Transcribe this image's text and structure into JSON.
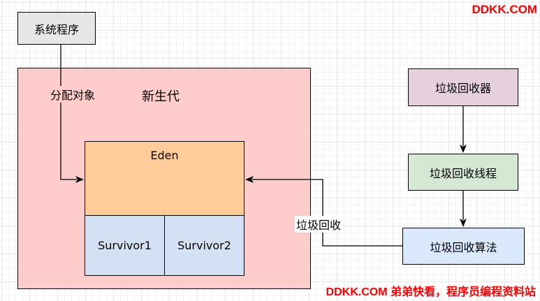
{
  "watermark": {
    "top": "DDKK.COM",
    "bottom": "DDKK.COM 弟弟快看，程序员编程资料站"
  },
  "nodes": {
    "system_program": "系统程序",
    "young_gen": "新生代",
    "eden": "Eden",
    "survivor1": "Survivor1",
    "survivor2": "Survivor2",
    "gc": "垃圾回收器",
    "gc_thread": "垃圾回收线程",
    "gc_algorithm": "垃圾回收算法"
  },
  "edges": {
    "allocate_label": "分配对象",
    "collect_label": "垃圾回收"
  },
  "colors": {
    "gray_box": "#e6e6e6",
    "young_gen_fill": "#ffcccc",
    "eden_fill": "#ffcc99",
    "survivor_fill": "#d4e1f5",
    "gc_fill": "#e6d0de",
    "gc_thread_fill": "#d5e8d4",
    "gc_algorithm_fill": "#dae8fc",
    "watermark": "#ff0000"
  }
}
